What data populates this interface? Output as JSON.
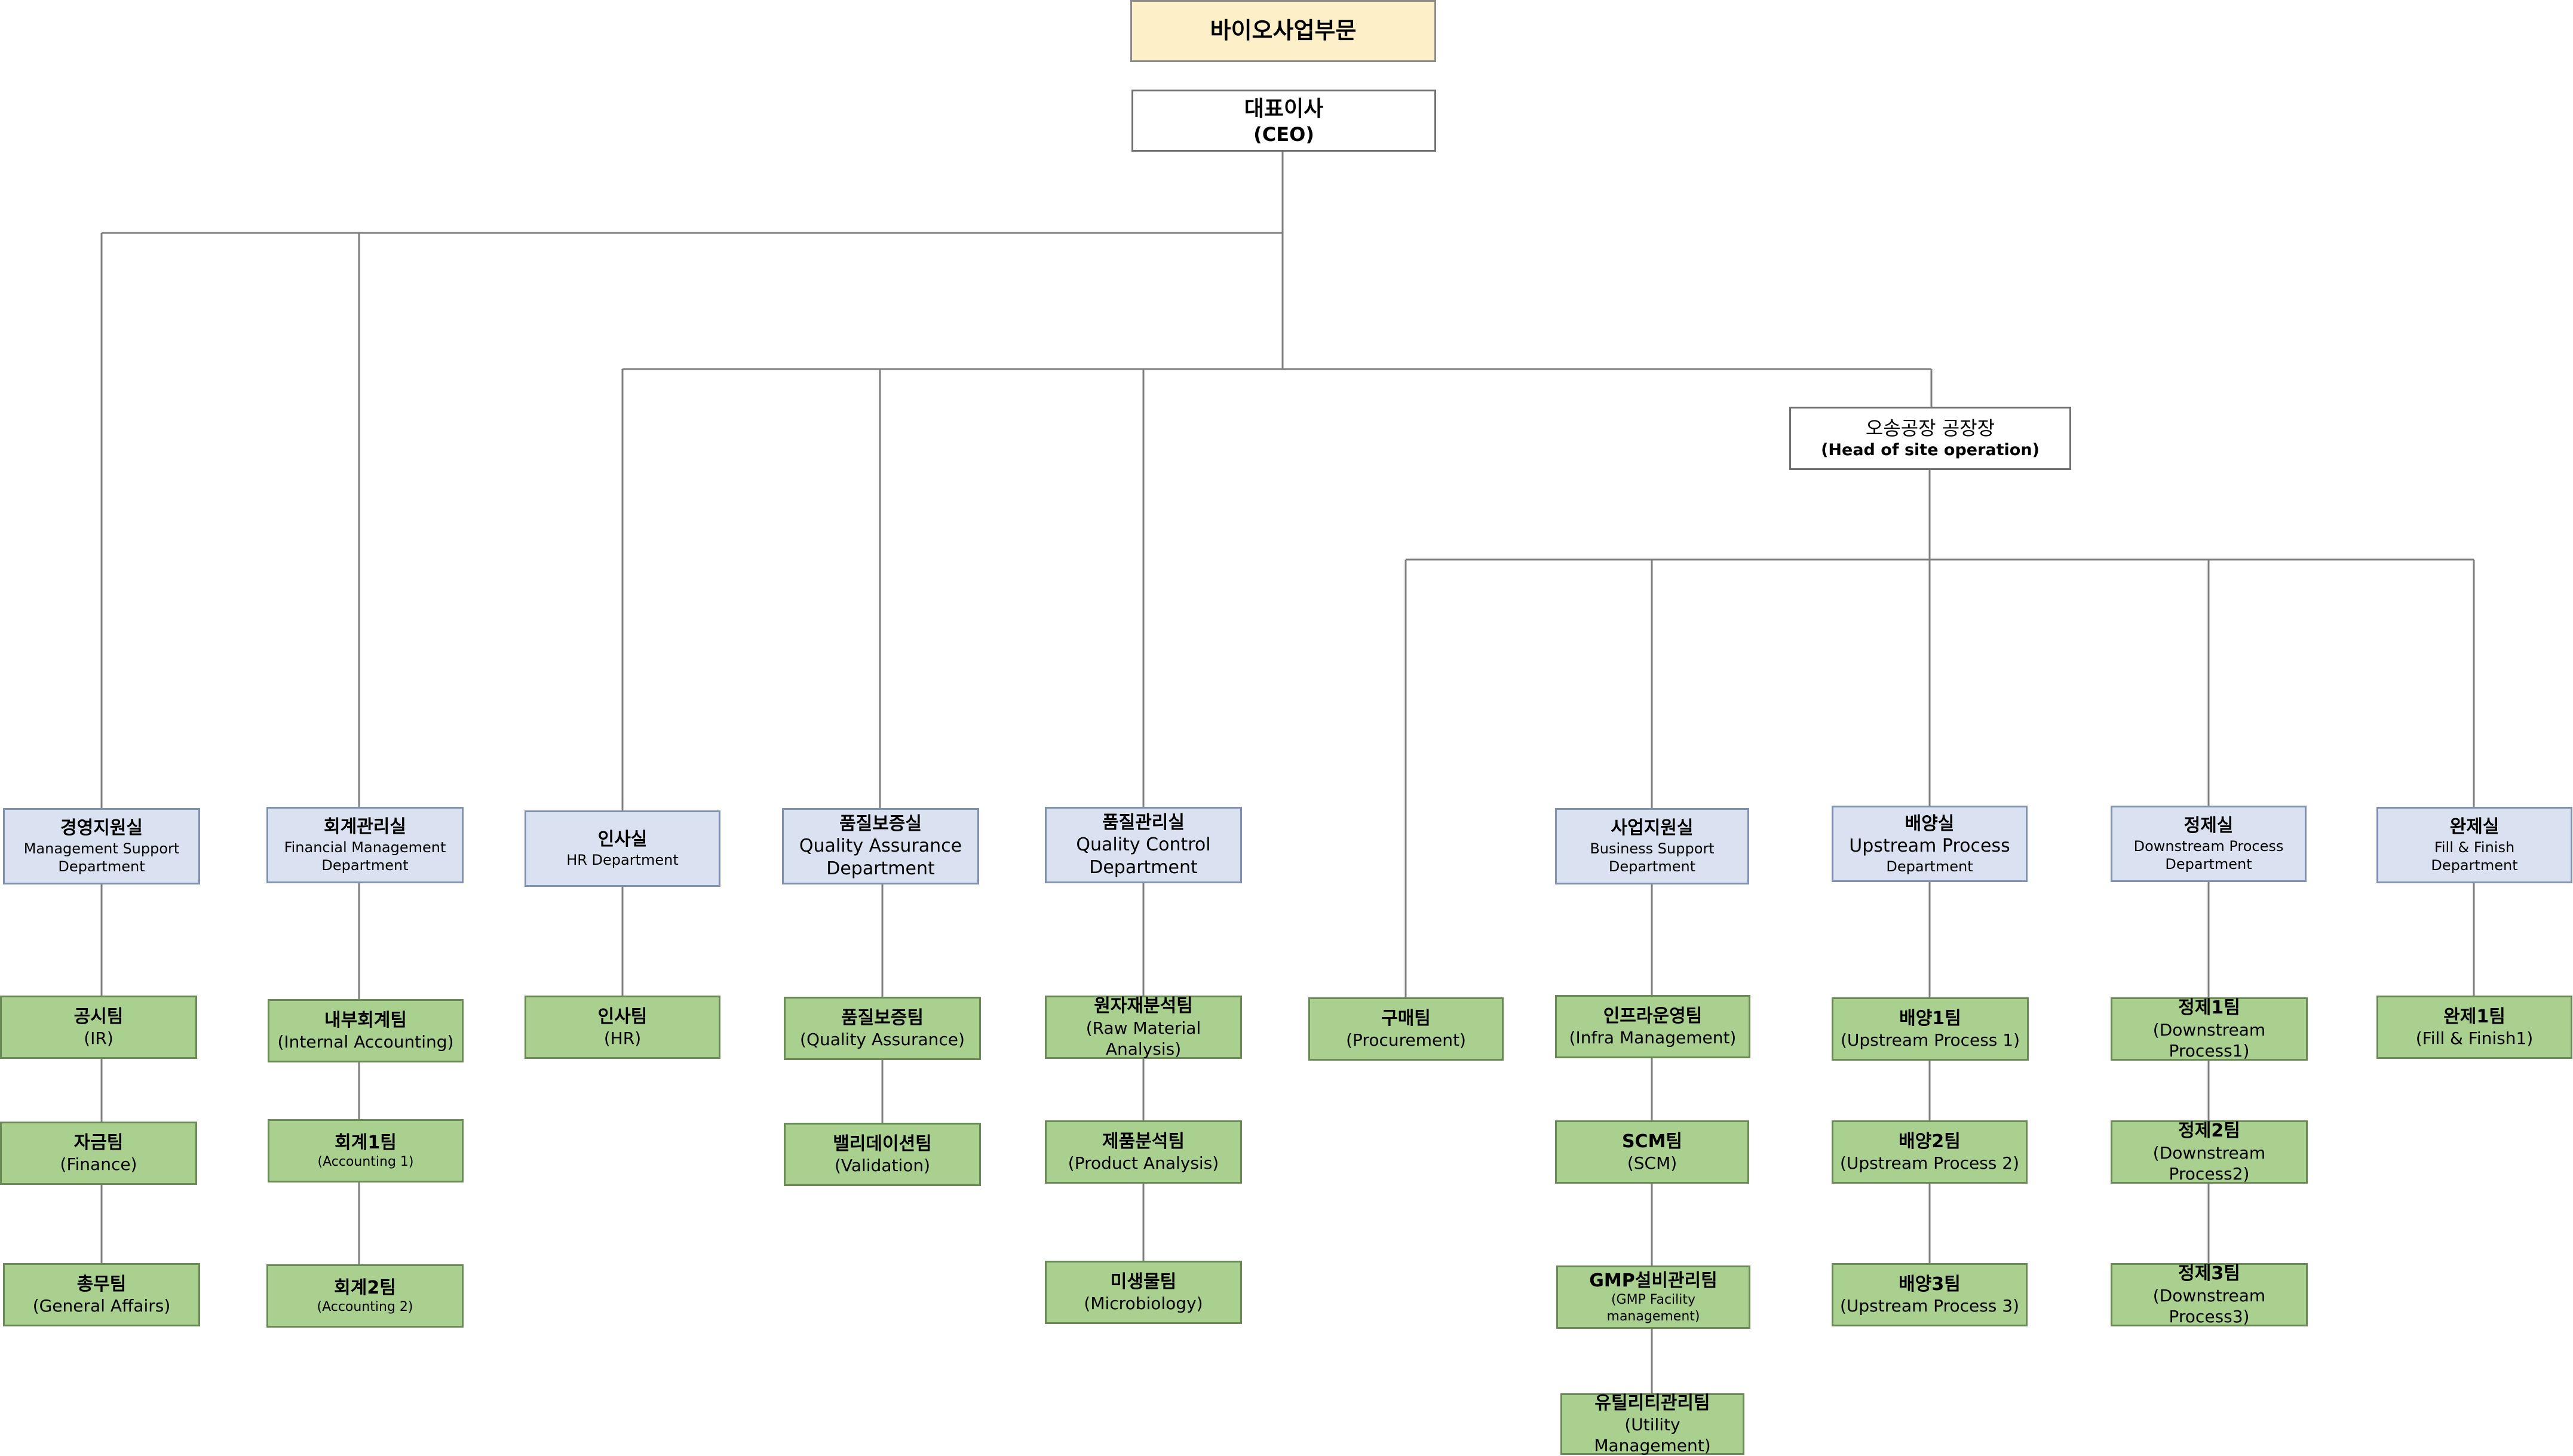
{
  "division": "바이오사업부문",
  "ceo": {
    "ko": "대표이사",
    "en": "(CEO)"
  },
  "site_head": {
    "ko": "오송공장 공장장",
    "en": "(Head of site operation)"
  },
  "departments": {
    "management_support": {
      "ko": "경영지원실",
      "en": [
        "Management Support",
        "Department"
      ]
    },
    "financial_management": {
      "ko": "회계관리실",
      "en": [
        "Financial Management",
        "Department"
      ]
    },
    "hr": {
      "ko": "인사실",
      "en": [
        "HR Department"
      ]
    },
    "quality_assurance": {
      "ko": "품질보증실",
      "en": [
        "Quality Assurance",
        "Department"
      ]
    },
    "quality_control": {
      "ko": "품질관리실",
      "en": [
        "Quality Control",
        "Department"
      ]
    },
    "business_support": {
      "ko": "사업지원실",
      "en": [
        "Business Support",
        "Department"
      ]
    },
    "upstream": {
      "ko": "배양실",
      "en": [
        "Upstream Process",
        "Department"
      ]
    },
    "downstream": {
      "ko": "정제실",
      "en": [
        "Downstream Process",
        "Department"
      ]
    },
    "fill_finish": {
      "ko": "완제실",
      "en": [
        "Fill & Finish",
        "Department"
      ]
    }
  },
  "teams": {
    "ir": {
      "ko": "공시팀",
      "en": "(IR)"
    },
    "finance": {
      "ko": "자금팀",
      "en": "(Finance)"
    },
    "general_affairs": {
      "ko": "총무팀",
      "en": "(General Affairs)"
    },
    "internal_accounting": {
      "ko": "내부회계팀",
      "en": "(Internal Accounting)"
    },
    "accounting1": {
      "ko": "회계1팀",
      "en": "(Accounting 1)"
    },
    "accounting2": {
      "ko": "회계2팀",
      "en": "(Accounting 2)"
    },
    "hr_team": {
      "ko": "인사팀",
      "en": "(HR)"
    },
    "qa_team": {
      "ko": "품질보증팀",
      "en": "(Quality Assurance)"
    },
    "validation": {
      "ko": "밸리데이션팀",
      "en": "(Validation)"
    },
    "raw_material": {
      "ko": "원자재분석팀",
      "en": "(Raw Material Analysis)"
    },
    "product_analysis": {
      "ko": "제품분석팀",
      "en": "(Product Analysis)"
    },
    "microbiology": {
      "ko": "미생물팀",
      "en": "(Microbiology)"
    },
    "procurement": {
      "ko": "구매팀",
      "en": "(Procurement)"
    },
    "infra": {
      "ko": "인프라운영팀",
      "en": "(Infra Management)"
    },
    "scm": {
      "ko": "SCM팀",
      "en": "(SCM)"
    },
    "gmp_facility": {
      "ko": "GMP설비관리팀",
      "en": "(GMP Facility management)"
    },
    "utility": {
      "ko": "유틸리티관리팀",
      "en": "(Utility Management)"
    },
    "upstream1": {
      "ko": "배양1팀",
      "en": "(Upstream Process 1)"
    },
    "upstream2": {
      "ko": "배양2팀",
      "en": "(Upstream Process 2)"
    },
    "upstream3": {
      "ko": "배양3팀",
      "en": "(Upstream Process 3)"
    },
    "downstream1": {
      "ko": "정제1팀",
      "en": "(Downstream Process1)"
    },
    "downstream2": {
      "ko": "정제2팀",
      "en": "(Downstream Process2)"
    },
    "downstream3": {
      "ko": "정제3팀",
      "en": "(Downstream Process3)"
    },
    "fill_finish1": {
      "ko": "완제1팀",
      "en": "(Fill & Finish1)"
    }
  },
  "colors": {
    "division_fill": "#fdefc7",
    "exec_fill": "#ffffff",
    "department_fill": "#dae1f1",
    "team_fill": "#a9d08e",
    "connector": "#7f7f7f"
  }
}
